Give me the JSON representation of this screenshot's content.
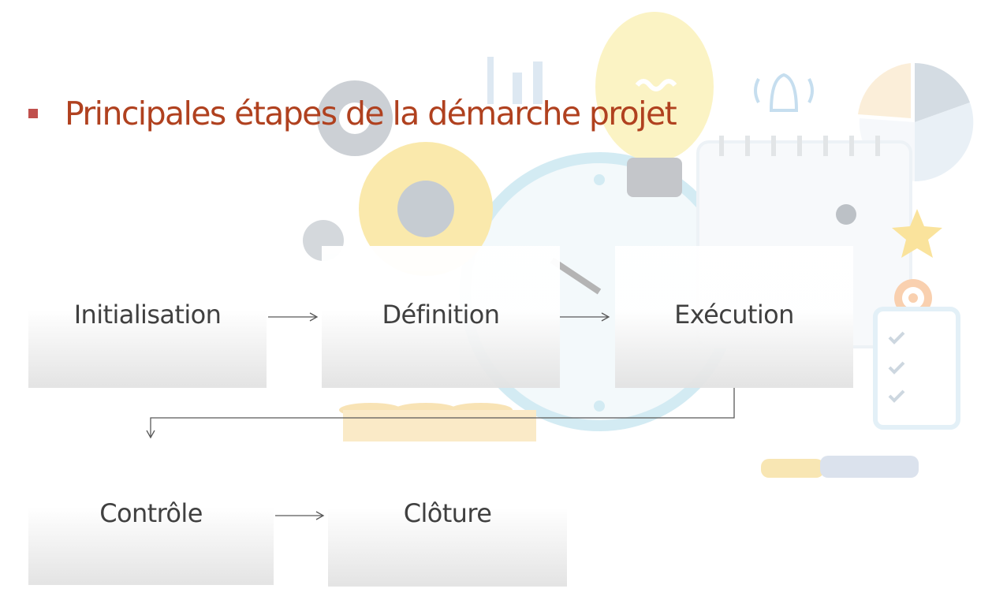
{
  "title": "Principales étapes de la démarche projet",
  "colors": {
    "title": "#b0411f",
    "bullet": "#c0504d",
    "step_text": "#404040",
    "connector": "#595959"
  },
  "steps": [
    {
      "label": "Initialisation"
    },
    {
      "label": "Définition"
    },
    {
      "label": "Exécution"
    },
    {
      "label": "Contrôle"
    },
    {
      "label": "Clôture"
    }
  ],
  "flow": [
    {
      "from": "Initialisation",
      "to": "Définition"
    },
    {
      "from": "Définition",
      "to": "Exécution"
    },
    {
      "from": "Exécution",
      "to": "Contrôle"
    },
    {
      "from": "Contrôle",
      "to": "Clôture"
    }
  ]
}
